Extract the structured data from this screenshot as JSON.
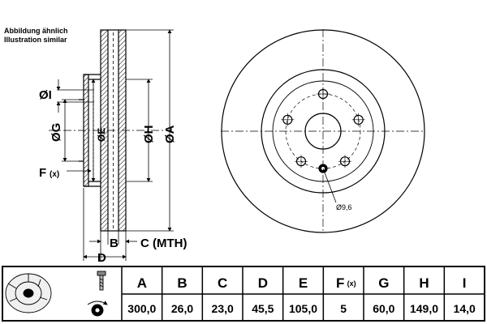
{
  "notes": {
    "line1": "Abbildung ähnlich",
    "line2": "Illustration similar"
  },
  "labels": {
    "dim_i": "ØI",
    "dim_g": "ØG",
    "dim_e": "ØE",
    "dim_h": "ØH",
    "dim_a": "ØA",
    "dim_f": "F",
    "dim_f_sub": "(x)",
    "dim_b": "B",
    "dim_c": "C (MTH)",
    "dim_d": "D",
    "hole_dia": "Ø9,6"
  },
  "table": {
    "columns": [
      {
        "head": "A",
        "sub": "",
        "value": "300,0"
      },
      {
        "head": "B",
        "sub": "",
        "value": "26,0"
      },
      {
        "head": "C",
        "sub": "",
        "value": "23,0"
      },
      {
        "head": "D",
        "sub": "",
        "value": "45,5"
      },
      {
        "head": "E",
        "sub": "",
        "value": "105,0"
      },
      {
        "head": "F",
        "sub": "(x)",
        "value": "5"
      },
      {
        "head": "G",
        "sub": "",
        "value": "60,0"
      },
      {
        "head": "H",
        "sub": "",
        "value": "149,0"
      },
      {
        "head": "I",
        "sub": "",
        "value": "14,0"
      }
    ]
  },
  "colors": {
    "line": "#000000",
    "hatch": "#000000",
    "background": "#ffffff"
  }
}
